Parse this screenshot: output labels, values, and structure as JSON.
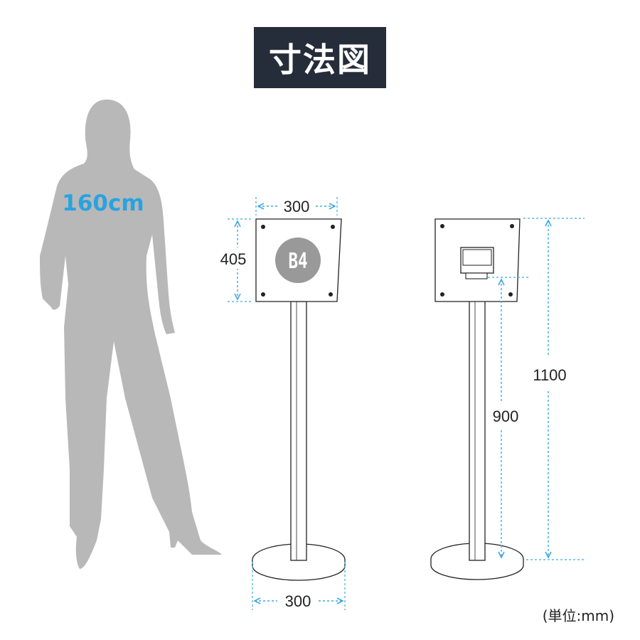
{
  "title": "寸法図",
  "person_height_label": "160cm",
  "badge_label": "B4",
  "dimensions": {
    "board_width": "300",
    "board_height": "405",
    "base_width": "300",
    "total_height": "1100",
    "pole_height": "900"
  },
  "unit_label": "(単位:mm)",
  "colors": {
    "title_bg": "#262d3a",
    "accent_blue": "#29a3e0",
    "silhouette": "#b8b8b8",
    "badge": "#999999",
    "dimension_line": "#3aa9e6"
  }
}
